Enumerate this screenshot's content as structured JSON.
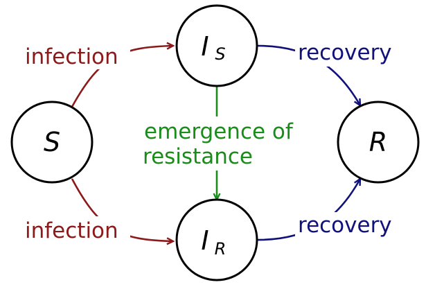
{
  "colors": {
    "infection": "#8b1a1a",
    "recovery": "#11117a",
    "resistance": "#1a8c1a",
    "node_stroke": "#000000"
  },
  "nodes": {
    "s": {
      "label": "S"
    },
    "is": {
      "label": "I",
      "sub": "S"
    },
    "ir": {
      "label": "I",
      "sub": "R"
    },
    "r": {
      "label": "R"
    }
  },
  "edges": {
    "infection_top": {
      "label": "infection"
    },
    "infection_bottom": {
      "label": "infection"
    },
    "recovery_top": {
      "label": "recovery"
    },
    "recovery_bottom": {
      "label": "recovery"
    },
    "resistance": {
      "label_line1": "emergence of",
      "label_line2": "resistance"
    }
  }
}
